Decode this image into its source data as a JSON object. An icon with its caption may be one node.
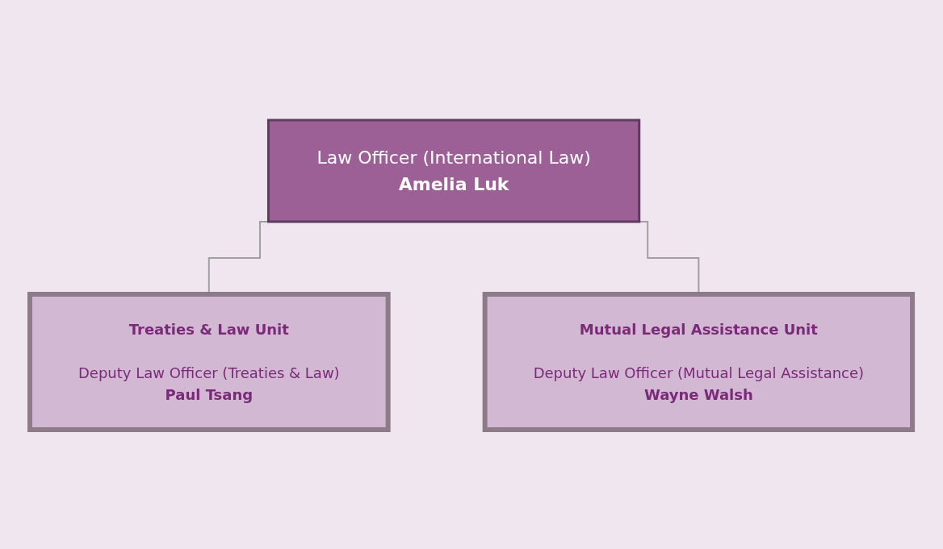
{
  "diagram": {
    "nodes": [
      {
        "text": [
          "Law Officer (International Law)",
          "Amelia Luk"
        ]
      },
      {
        "text": [
          "Treaties & Law Unit",
          "Deputy Law Officer (Treaties & Law)",
          "Paul Tsang"
        ]
      },
      {
        "text": [
          "Mutual Legal Assistance Unit",
          "Deputy Law Officer (Mutual Legal Assistance)",
          "Wayne Walsh"
        ]
      }
    ],
    "edges": [
      {
        "from": 0,
        "to": 1,
        "arrow": "none"
      },
      {
        "from": 0,
        "to": 2,
        "arrow": "none"
      }
    ]
  }
}
